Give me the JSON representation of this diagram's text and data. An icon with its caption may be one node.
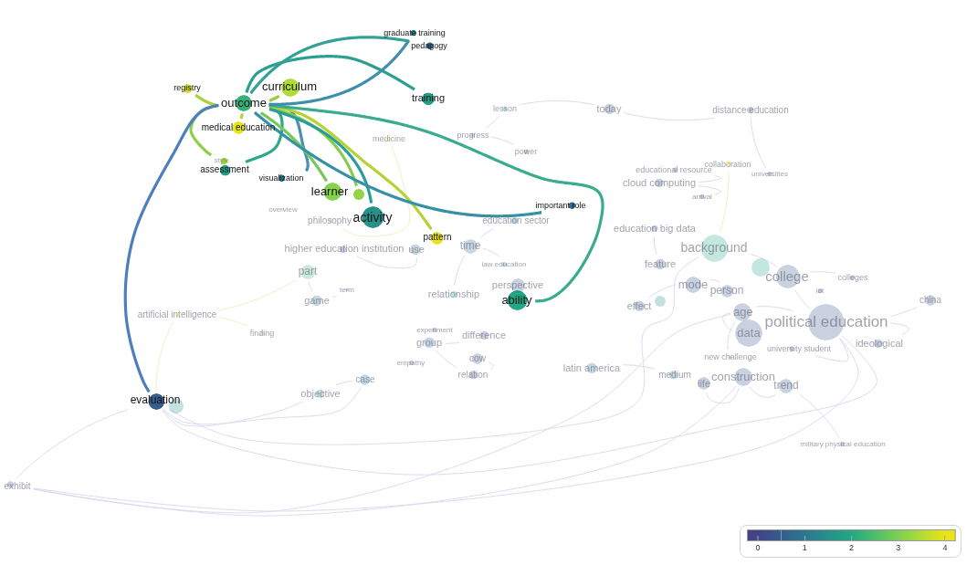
{
  "diagram": {
    "nodes": [
      {
        "text": [
          "graduate training"
        ]
      },
      {
        "text": [
          "pedagogy"
        ]
      },
      {
        "text": [
          "registry"
        ]
      },
      {
        "text": [
          "outcome"
        ]
      },
      {
        "text": [
          "curriculum"
        ]
      },
      {
        "text": [
          "training"
        ]
      },
      {
        "text": [
          "medical education"
        ]
      },
      {
        "text": [
          "style"
        ]
      },
      {
        "text": [
          "assessment"
        ]
      },
      {
        "text": [
          "visualization"
        ]
      },
      {
        "text": [
          "learner"
        ]
      },
      {
        "text": [],
        "shape": "circle"
      },
      {
        "text": [
          "activity"
        ]
      },
      {
        "text": [
          "important role"
        ]
      },
      {
        "text": [
          "pattern"
        ]
      },
      {
        "text": [
          "ability"
        ]
      },
      {
        "text": [
          "evaluation"
        ]
      },
      {
        "text": [
          "lesson"
        ]
      },
      {
        "text": [
          "today"
        ]
      },
      {
        "text": [
          "distance education"
        ]
      },
      {
        "text": [
          "medicine"
        ]
      },
      {
        "text": [
          "progress"
        ]
      },
      {
        "text": [
          "power"
        ]
      },
      {
        "text": [
          "collaboration"
        ]
      },
      {
        "text": [
          "educational resource"
        ]
      },
      {
        "text": [
          "universities"
        ]
      },
      {
        "text": [
          "cloud computing"
        ]
      },
      {
        "text": [
          "arrival"
        ]
      },
      {
        "text": [
          "overview"
        ]
      },
      {
        "text": [
          "philosophy"
        ]
      },
      {
        "text": [
          "education sector"
        ]
      },
      {
        "text": [
          "education big data"
        ]
      },
      {
        "text": [
          "higher education institution"
        ]
      },
      {
        "text": [
          "use"
        ]
      },
      {
        "text": [
          "time"
        ]
      },
      {
        "text": [
          "background"
        ]
      },
      {
        "text": [
          "law education"
        ]
      },
      {
        "text": [
          "feature"
        ]
      },
      {
        "text": [
          "part"
        ]
      },
      {
        "text": [
          "perspective"
        ]
      },
      {
        "text": [
          "term"
        ]
      },
      {
        "text": [
          "relationship"
        ]
      },
      {
        "text": [
          "game"
        ]
      },
      {
        "text": [
          "effect"
        ]
      },
      {
        "text": [
          "mode"
        ]
      },
      {
        "text": [
          "person"
        ]
      },
      {
        "text": [
          "college"
        ]
      },
      {
        "text": [
          "colleges"
        ]
      },
      {
        "text": [
          "iot"
        ]
      },
      {
        "text": [
          "china"
        ]
      },
      {
        "text": [
          "age"
        ]
      },
      {
        "text": [
          "political education"
        ]
      },
      {
        "text": [
          "artificial intelligence"
        ]
      },
      {
        "text": [
          "finding"
        ]
      },
      {
        "text": [
          "experiment"
        ]
      },
      {
        "text": [
          "difference"
        ]
      },
      {
        "text": [
          "group"
        ]
      },
      {
        "text": [
          "data"
        ]
      },
      {
        "text": [
          "ideological"
        ]
      },
      {
        "text": [
          "university student"
        ]
      },
      {
        "text": [
          "new challenge"
        ]
      },
      {
        "text": [
          "empathy"
        ]
      },
      {
        "text": [
          "cow"
        ]
      },
      {
        "text": [
          "latin america"
        ]
      },
      {
        "text": [
          "medium"
        ]
      },
      {
        "text": [
          "relation"
        ]
      },
      {
        "text": [
          "case"
        ]
      },
      {
        "text": [
          "construction"
        ]
      },
      {
        "text": [
          "life"
        ]
      },
      {
        "text": [
          "trend"
        ]
      },
      {
        "text": [
          "objective"
        ]
      },
      {
        "text": [
          "military physical education"
        ]
      },
      {
        "text": [
          "exhibit"
        ]
      },
      {
        "text": [],
        "shape": "circle"
      },
      {
        "text": [],
        "shape": "circle"
      },
      {
        "text": [],
        "shape": "circle"
      }
    ],
    "edges": [
      {
        "from": 3,
        "to": 2,
        "arrow": "none",
        "style": "thick",
        "color": "#a8d13c"
      },
      {
        "from": 3,
        "to": 4,
        "arrow": "none",
        "style": "thick",
        "color": "#9acd44"
      },
      {
        "from": 3,
        "to": 6,
        "arrow": "none",
        "style": "thick",
        "color": "#b4d43c"
      },
      {
        "from": 3,
        "to": 7,
        "arrow": "none",
        "style": "thick",
        "color": "#8ccf4a"
      },
      {
        "from": 3,
        "to": 8,
        "arrow": "none",
        "style": "thick",
        "color": "#2fa88a"
      },
      {
        "from": 3,
        "to": 9,
        "arrow": "none",
        "style": "thick",
        "color": "#4a8fb5"
      },
      {
        "from": 3,
        "to": 10,
        "arrow": "none",
        "style": "thick",
        "color": "#74c95a"
      },
      {
        "from": 3,
        "to": 11,
        "arrow": "none",
        "style": "thick",
        "color": "#86cc50"
      },
      {
        "from": 3,
        "to": 12,
        "arrow": "none",
        "style": "thick",
        "color": "#2a9d9b"
      },
      {
        "from": 3,
        "to": 14,
        "arrow": "none",
        "style": "thick",
        "color": "#b5d334"
      },
      {
        "from": 3,
        "to": 15,
        "arrow": "none",
        "style": "thick",
        "color": "#38ac8c"
      },
      {
        "from": 3,
        "to": 5,
        "arrow": "none",
        "style": "thick",
        "color": "#2c9f93"
      },
      {
        "from": 3,
        "to": 0,
        "arrow": "none",
        "style": "thick",
        "color": "#3e8fac"
      },
      {
        "from": 3,
        "to": 1,
        "arrow": "none",
        "style": "thick",
        "color": "#35a196"
      },
      {
        "from": 3,
        "to": 13,
        "arrow": "none",
        "style": "thick",
        "color": "#3592a6"
      },
      {
        "from": 3,
        "to": 16,
        "arrow": "none",
        "style": "thick",
        "color": "#4d7fbd"
      },
      {
        "from": 16,
        "to": 72,
        "arrow": "none"
      },
      {
        "from": 16,
        "to": 70,
        "arrow": "none"
      },
      {
        "from": 16,
        "to": 66,
        "arrow": "none"
      },
      {
        "from": 72,
        "to": 51,
        "arrow": "none"
      },
      {
        "from": 72,
        "to": 50,
        "arrow": "none"
      },
      {
        "from": 16,
        "to": 51,
        "arrow": "none"
      },
      {
        "from": 52,
        "to": 16,
        "arrow": "none",
        "color": "#f1efbf"
      },
      {
        "from": 52,
        "to": 38,
        "arrow": "none",
        "color": "#f1efbf"
      },
      {
        "from": 38,
        "to": 42,
        "arrow": "none"
      },
      {
        "from": 42,
        "to": 40,
        "arrow": "none"
      },
      {
        "from": 56,
        "to": 55,
        "arrow": "none"
      },
      {
        "from": 56,
        "to": 65,
        "arrow": "none"
      },
      {
        "from": 62,
        "to": 65,
        "arrow": "none"
      },
      {
        "from": 34,
        "to": 41,
        "arrow": "none"
      },
      {
        "from": 34,
        "to": 36,
        "arrow": "none"
      },
      {
        "from": 18,
        "to": 17,
        "arrow": "none"
      },
      {
        "from": 18,
        "to": 19,
        "arrow": "none"
      },
      {
        "from": 19,
        "to": 25,
        "arrow": "none"
      },
      {
        "from": 26,
        "to": 27,
        "arrow": "none"
      },
      {
        "from": 26,
        "to": 24,
        "arrow": "none"
      },
      {
        "from": 31,
        "to": 37,
        "arrow": "none"
      },
      {
        "from": 35,
        "to": 46,
        "arrow": "none"
      },
      {
        "from": 46,
        "to": 51,
        "arrow": "none"
      },
      {
        "from": 50,
        "to": 51,
        "arrow": "none"
      },
      {
        "from": 44,
        "to": 45,
        "arrow": "none"
      },
      {
        "from": 44,
        "to": 43,
        "arrow": "none"
      },
      {
        "from": 67,
        "to": 68,
        "arrow": "none"
      },
      {
        "from": 67,
        "to": 69,
        "arrow": "none"
      },
      {
        "from": 51,
        "to": 58,
        "arrow": "none"
      },
      {
        "from": 51,
        "to": 49,
        "arrow": "none"
      },
      {
        "from": 46,
        "to": 47,
        "arrow": "none"
      },
      {
        "from": 51,
        "to": 59,
        "arrow": "none"
      },
      {
        "from": 64,
        "to": 63,
        "arrow": "none"
      },
      {
        "from": 30,
        "to": 34,
        "arrow": "none"
      },
      {
        "from": 21,
        "to": 17,
        "arrow": "none"
      },
      {
        "from": 22,
        "to": 21,
        "arrow": "none"
      },
      {
        "from": 20,
        "to": 29,
        "arrow": "none",
        "color": "#f1efbf"
      },
      {
        "from": 32,
        "to": 33,
        "arrow": "none"
      },
      {
        "from": 66,
        "to": 70,
        "arrow": "none"
      },
      {
        "from": 53,
        "to": 52,
        "arrow": "none",
        "color": "#f1efbf"
      },
      {
        "from": 71,
        "to": 69,
        "arrow": "none"
      },
      {
        "from": 60,
        "to": 50,
        "arrow": "none"
      },
      {
        "from": 57,
        "to": 50,
        "arrow": "none"
      },
      {
        "from": 23,
        "to": 35,
        "arrow": "none",
        "color": "#f1efbf"
      },
      {
        "from": 72,
        "to": 67,
        "arrow": "none"
      },
      {
        "from": 16,
        "to": 35,
        "arrow": "none"
      }
    ],
    "legend": [
      {
        "text": "0",
        "color": "#414487"
      },
      {
        "text": "1",
        "color": "#2a788e"
      },
      {
        "text": "2",
        "color": "#22a884"
      },
      {
        "text": "3",
        "color": "#7ad151"
      },
      {
        "text": "4",
        "color": "#e8e419"
      }
    ]
  }
}
